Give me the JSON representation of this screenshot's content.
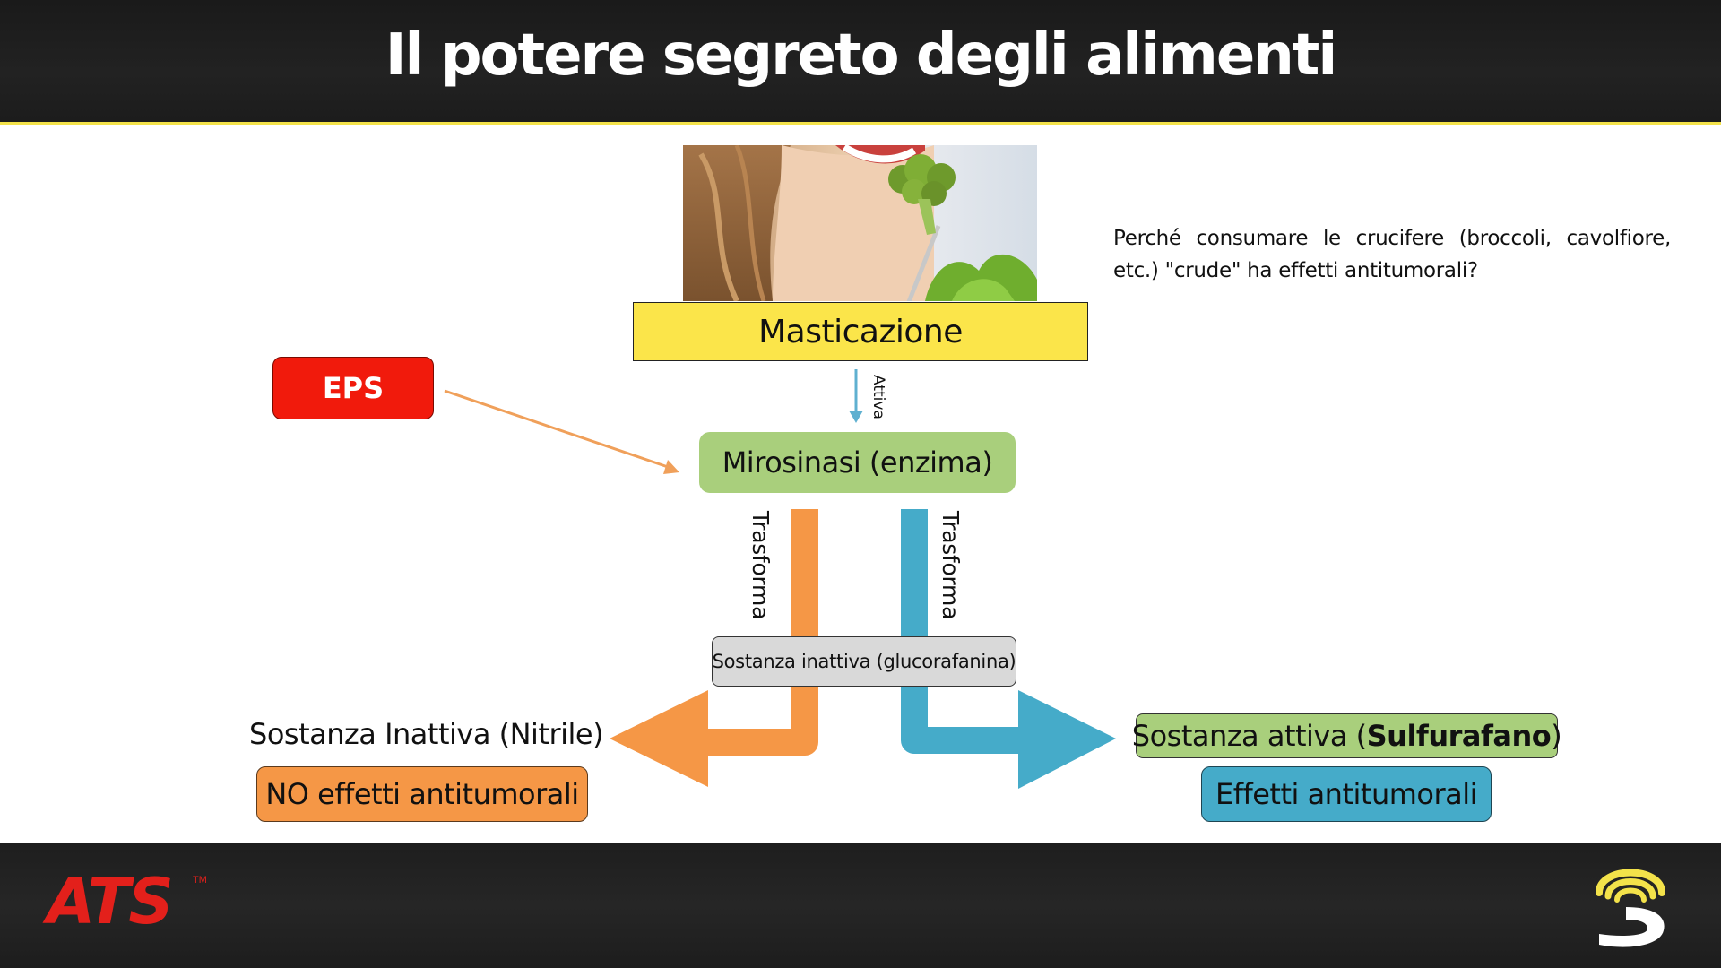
{
  "header": {
    "title": "Il potere segreto degli alimenti"
  },
  "diagram": {
    "mastication": "Masticazione",
    "activates_label": "Attiva",
    "eps": "EPS",
    "myrosinase": "Mirosinasi (enzima)",
    "transforms_left": "Trasforma",
    "transforms_right": "Trasforma",
    "inactive_substance": "Sostanza inattiva (glucorafanina)",
    "nitrile_label": "Sostanza Inattiva (Nitrile)",
    "no_antitumor": "NO effetti antitumorali",
    "active_substance_prefix": "Sostanza attiva (",
    "active_substance_name": "Sulfurafano",
    "active_substance_suffix": ")",
    "antitumor": "Effetti antitumorali"
  },
  "question": "Perché consumare le crucifere (broccoli, cavolfiore, etc.) \"crude\" ha effetti antitumorali?",
  "photo": {
    "subject": "woman-eating-broccoli-photo"
  },
  "footer": {
    "left_logo_text": "ATS",
    "left_logo_tm": "TM",
    "right_logo_icon": "s-swirl-logo-icon"
  },
  "colors": {
    "header_bg": "#1c1c1c",
    "accent_line": "#f3e24a",
    "mastication": "#fbe54a",
    "eps": "#f11a0c",
    "green": "#a9cf7c",
    "gray": "#d9d9d9",
    "orange": "#f59746",
    "blue": "#45abc9",
    "ats_red": "#e3201b"
  }
}
